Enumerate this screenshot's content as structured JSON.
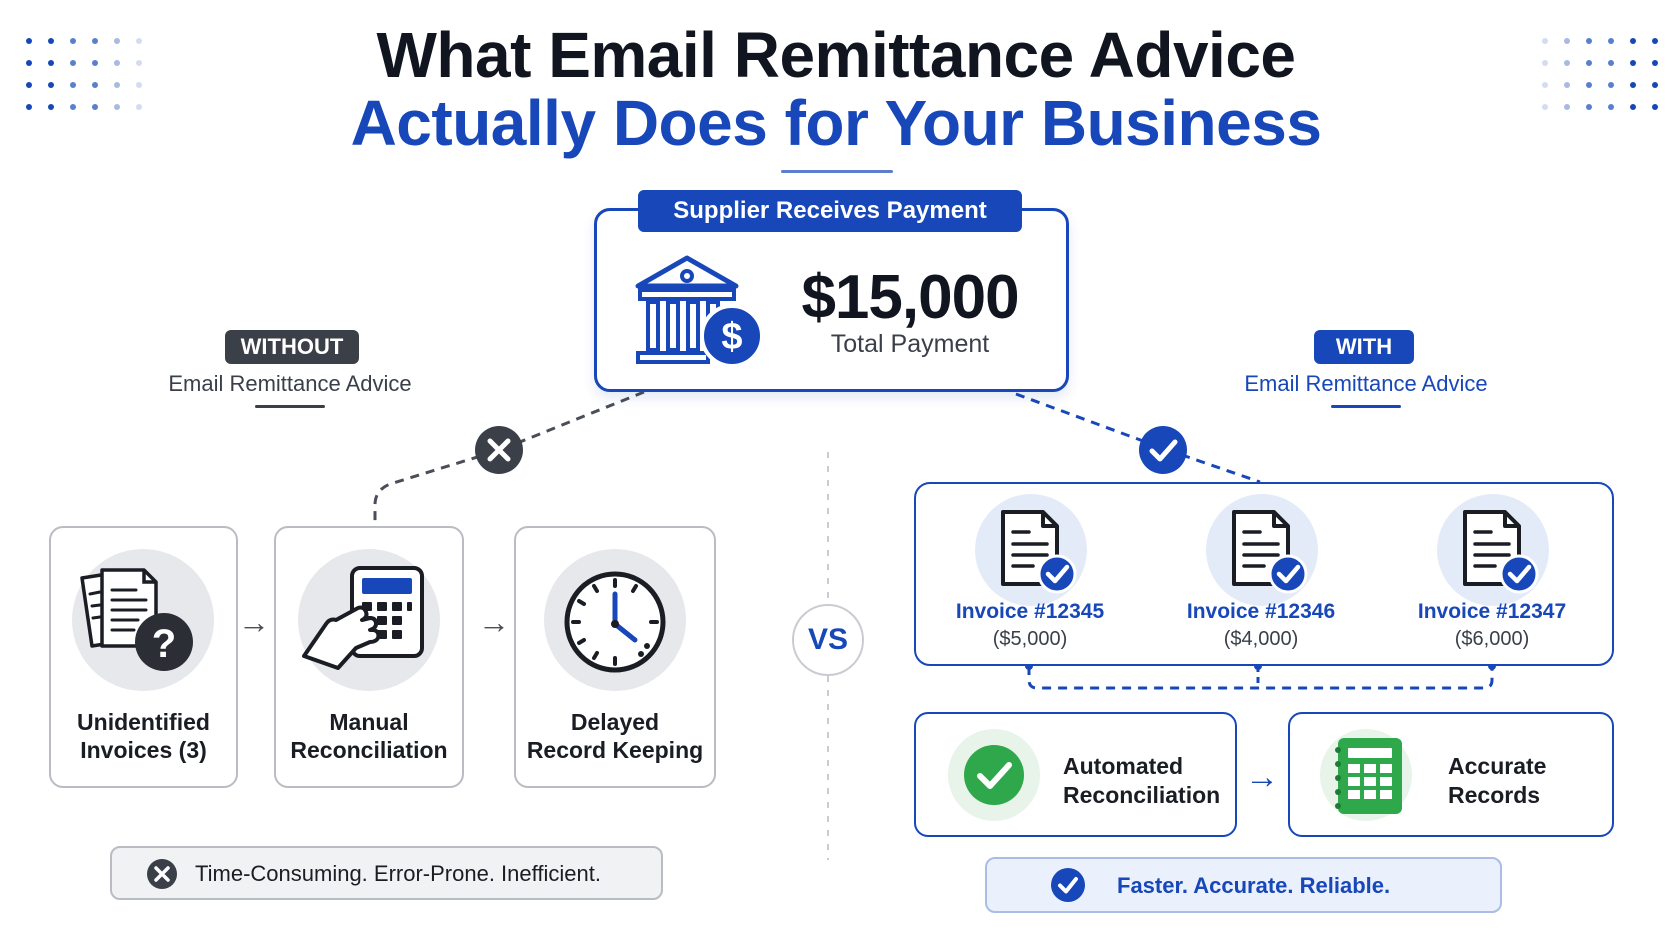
{
  "title": {
    "line1": "What Email Remittance Advice",
    "line2": "Actually Does for Your Business"
  },
  "payment": {
    "tag": "Supplier Receives Payment",
    "amount": "$15,000",
    "subtitle": "Total Payment"
  },
  "without": {
    "badge": "WITHOUT",
    "subtitle": "Email Remittance Advice",
    "steps": [
      {
        "label": "Unidentified\nInvoices (3)",
        "icon": "question-documents-icon"
      },
      {
        "label": "Manual\nReconciliation",
        "icon": "calculator-hand-icon"
      },
      {
        "label": "Delayed\nRecord Keeping",
        "icon": "clock-icon"
      }
    ],
    "summary": "Time-Consuming. Error-Prone. Inefficient."
  },
  "vs": "VS",
  "with": {
    "badge": "WITH",
    "subtitle": "Email Remittance Advice",
    "invoices": [
      {
        "title": "Invoice #12345",
        "amount": "($5,000)"
      },
      {
        "title": "Invoice #12346",
        "amount": "($4,000)"
      },
      {
        "title": "Invoice #12347",
        "amount": "($6,000)"
      }
    ],
    "results": [
      {
        "label": "Automated\nReconciliation",
        "icon": "check-circle-icon"
      },
      {
        "label": "Accurate\nRecords",
        "icon": "spreadsheet-icon"
      }
    ],
    "summary": "Faster. Accurate. Reliable."
  },
  "colors": {
    "brand_blue": "#1747b8",
    "dark": "#11151f",
    "neutral_badge": "#3b3f47",
    "success_green": "#2ea84a"
  }
}
